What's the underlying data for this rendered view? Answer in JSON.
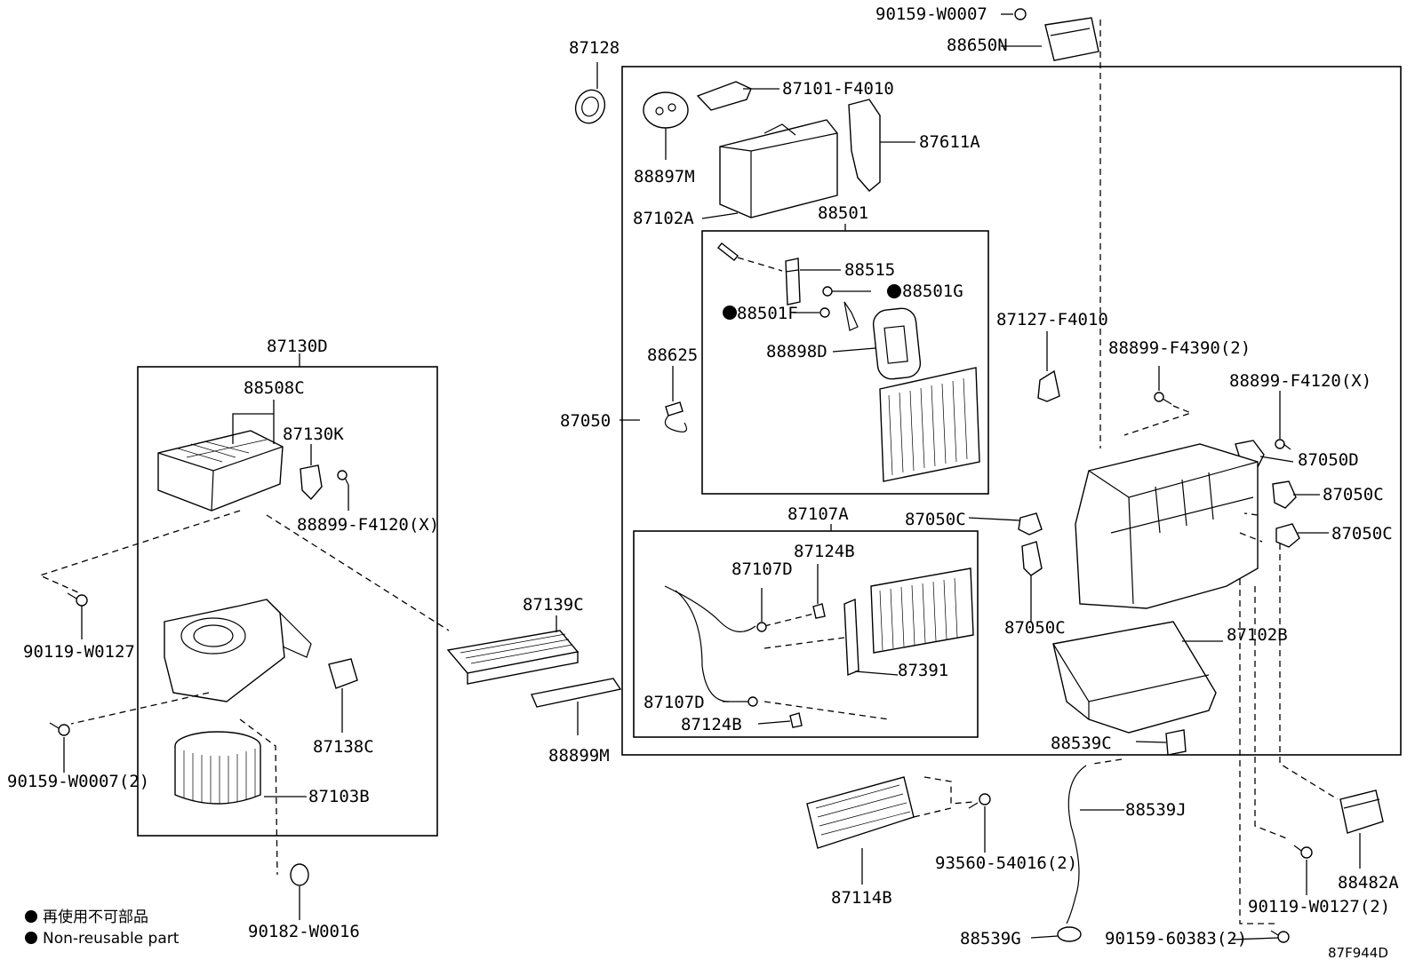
{
  "labels": {
    "p87128": "87128",
    "p90159_w0007": "90159-W0007",
    "p88650n": "88650N",
    "p87101_f4010": "87101-F4010",
    "p87611a": "87611A",
    "p88897m": "88897M",
    "p87102a": "87102A",
    "p88501": "88501",
    "p88515": "88515",
    "p88501g": "88501G",
    "p88501f": "88501F",
    "p88898d": "88898D",
    "p87127_f4010": "87127-F4010",
    "p88899_f4390_2": "88899-F4390(2)",
    "p88899_f4120_x_right": "88899-F4120(X)",
    "p87050d": "87050D",
    "p87050c_a": "87050C",
    "p87050c_b": "87050C",
    "p87050c_c": "87050C",
    "p87050c_d": "87050C",
    "p88625": "88625",
    "p87050": "87050",
    "p87130d": "87130D",
    "p88508c": "88508C",
    "p87130k": "87130K",
    "p88899_f4120_x_left": "88899-F4120(X)",
    "p90119_w0127": "90119-W0127",
    "p87139c": "87139C",
    "p87107a": "87107A",
    "p87124b_top": "87124B",
    "p87107d_top": "87107D",
    "p87391": "87391",
    "p87107d_bottom": "87107D",
    "p87124b_bottom": "87124B",
    "p87102b": "87102B",
    "p88539c": "88539C",
    "p87138c": "87138C",
    "p88899m": "88899M",
    "p90159_w0007_2": "90159-W0007(2)",
    "p87103b": "87103B",
    "p88539j": "88539J",
    "p93560_54016_2": "93560-54016(2)",
    "p87114b": "87114B",
    "p88482a": "88482A",
    "p90119_w0127_2": "90119-W0127(2)",
    "p90182_w0016": "90182-W0016",
    "p88539g": "88539G",
    "p90159_60383_2": "90159-60383(2)"
  },
  "legend": {
    "line1": "再使用不可部品",
    "line2": "Non-reusable part"
  },
  "diagram_code": "87F944D"
}
